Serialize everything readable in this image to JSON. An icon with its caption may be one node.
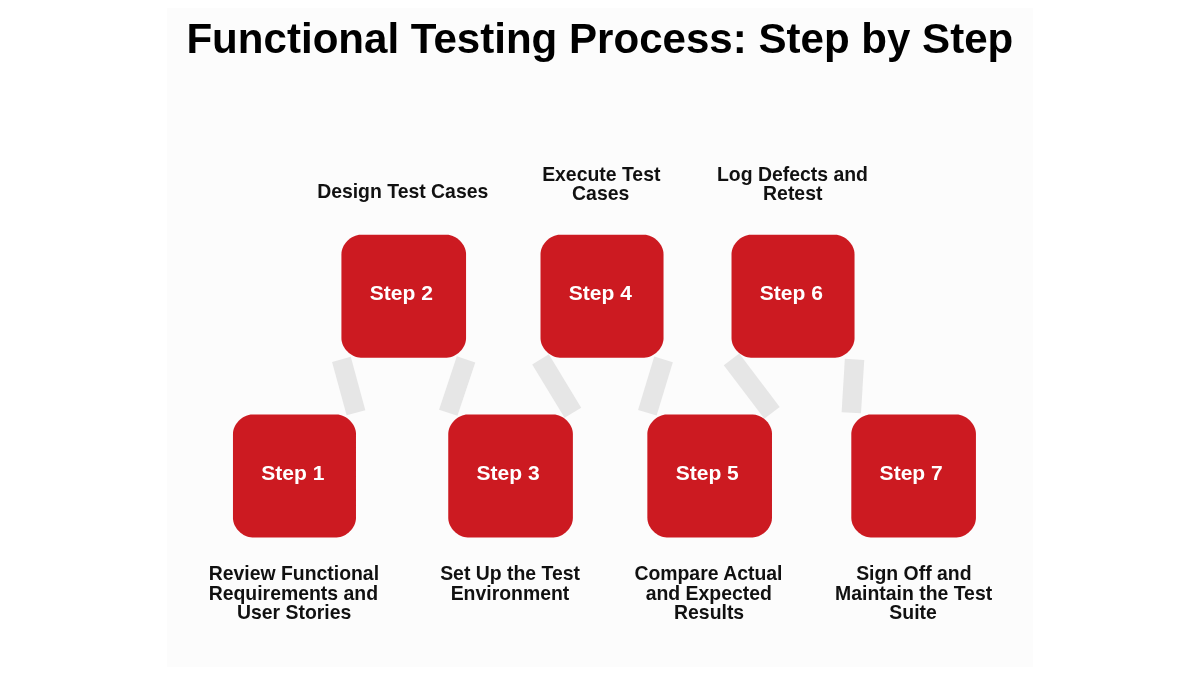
{
  "diagram": {
    "title": "Functional Testing Process: Step by Step",
    "nodes": [
      {
        "text": [
          "Step 1"
        ],
        "beside": [
          "Review Functional Requirements and User Stories"
        ]
      },
      {
        "text": [
          "Step 2"
        ],
        "beside": [
          "Design Test Cases"
        ]
      },
      {
        "text": [
          "Step 3"
        ],
        "beside": [
          "Set Up the Test Environment"
        ]
      },
      {
        "text": [
          "Step 4"
        ],
        "beside": [
          "Execute Test Cases"
        ]
      },
      {
        "text": [
          "Step 5"
        ],
        "beside": [
          "Compare Actual and Expected Results"
        ]
      },
      {
        "text": [
          "Step 6"
        ],
        "beside": [
          "Log Defects and Retest"
        ]
      },
      {
        "text": [
          "Step 7"
        ],
        "beside": [
          "Sign Off and Maintain the Test Suite"
        ]
      }
    ],
    "edges": [
      {
        "from": 0,
        "to": 1,
        "arrow": "none"
      },
      {
        "from": 1,
        "to": 2,
        "arrow": "none"
      },
      {
        "from": 2,
        "to": 3,
        "arrow": "none"
      },
      {
        "from": 3,
        "to": 4,
        "arrow": "none"
      },
      {
        "from": 4,
        "to": 5,
        "arrow": "none"
      },
      {
        "from": 5,
        "to": 6,
        "arrow": "none"
      }
    ]
  }
}
